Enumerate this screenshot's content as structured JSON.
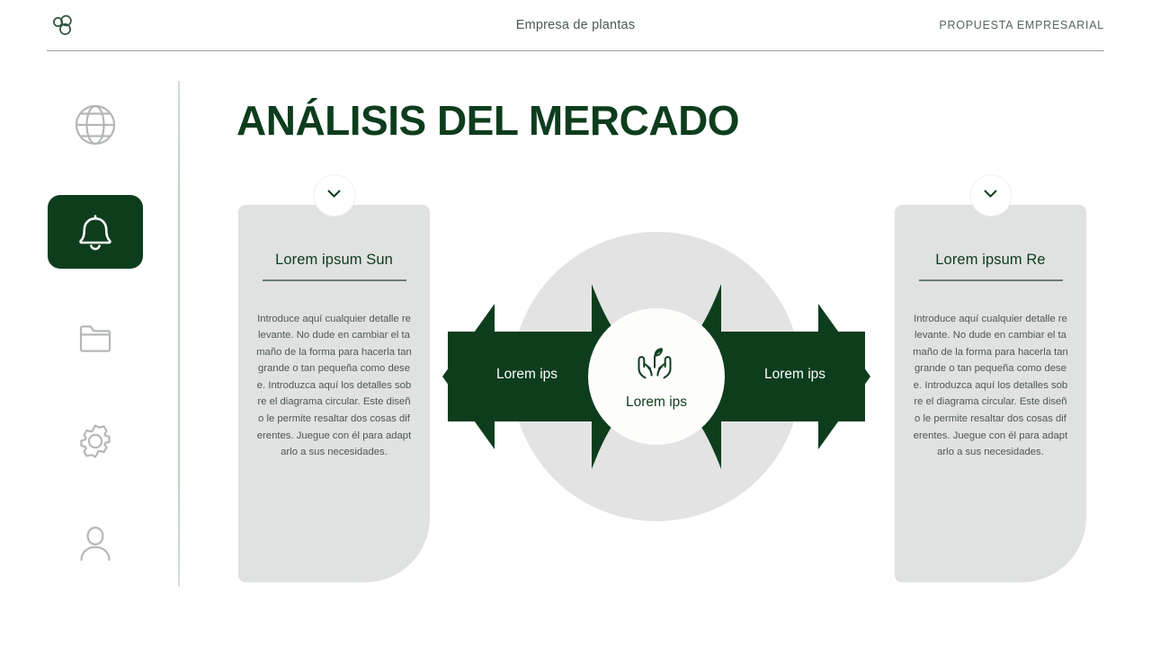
{
  "header": {
    "logo_icon": "trefoil-circles-logo",
    "center_title": "Empresa de plantas",
    "right_label": "PROPUESTA EMPRESARIAL"
  },
  "sidebar": {
    "items": [
      {
        "icon": "globe-icon",
        "name": "globe",
        "active": false
      },
      {
        "icon": "bell-icon",
        "name": "notifications",
        "active": true
      },
      {
        "icon": "folder-icon",
        "name": "folder",
        "active": false
      },
      {
        "icon": "gear-icon",
        "name": "settings",
        "active": false
      },
      {
        "icon": "user-icon",
        "name": "profile",
        "active": false
      }
    ]
  },
  "main": {
    "title": "ANÁLISIS DEL MERCADO",
    "cards": [
      {
        "heading": "Lorem ipsum Sun",
        "body": "Introduce aquí cualquier detalle relevante. No dude en cambiar el tamaño de la forma para hacerla tan grande o tan pequeña como desee. Introduzca aquí los detalles sobre el diagrama circular. Este diseño le permite resaltar dos cosas diferentes. Juegue con él para adaptarlo a sus necesidades.",
        "toggle_icon": "chevron-down-icon"
      },
      {
        "heading": "Lorem ipsum Re",
        "body": "Introduce aquí cualquier detalle relevante. No dude en cambiar el tamaño de la forma para hacerla tan grande o tan pequeña como desee. Introduzca aquí los detalles sobre el diagrama circular. Este diseño le permite resaltar dos cosas diferentes. Juegue con él para adaptarlo a sus necesidades.",
        "toggle_icon": "chevron-down-icon"
      }
    ],
    "diagram": {
      "center_icon": "hands-holding-plant-icon",
      "center_label": "Lorem ips",
      "arrow_left_label": "Lorem ips",
      "arrow_right_label": "Lorem ips"
    }
  },
  "colors": {
    "brand_green": "#0d3d1d",
    "card_gray": "#e0e1e1",
    "ring_gray": "#e3e3e4",
    "icon_gray": "#b4b8b5",
    "body_text": "#4b5a51"
  }
}
